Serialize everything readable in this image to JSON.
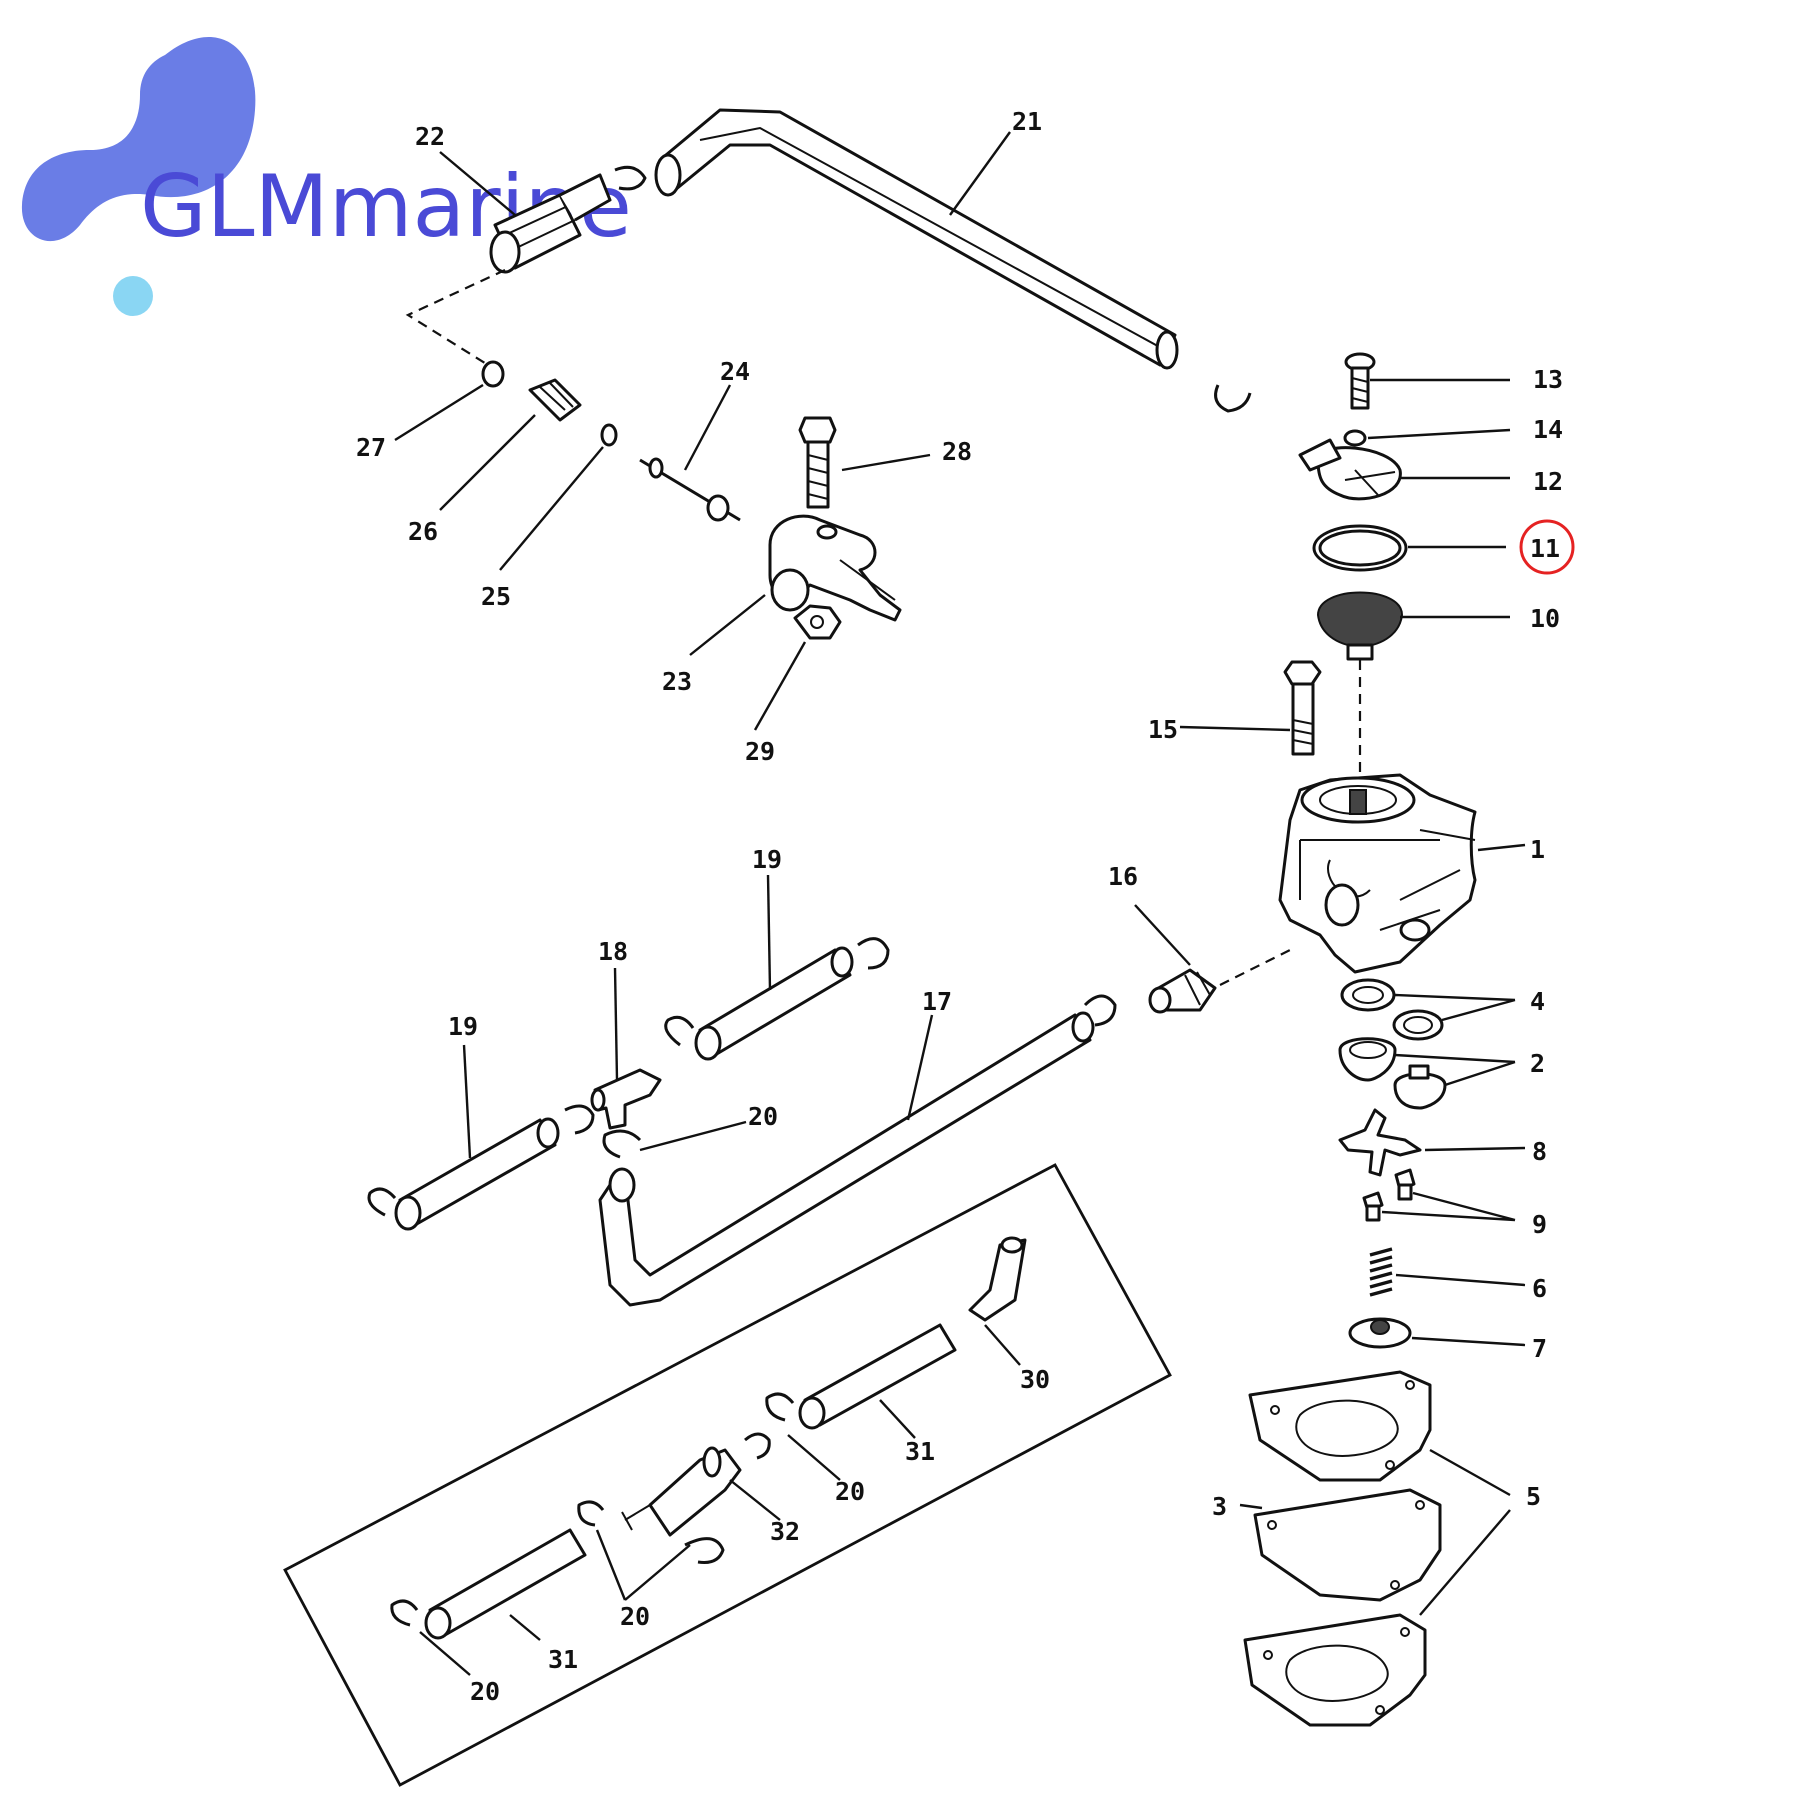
{
  "logo": {
    "text": "GLMmarine",
    "text_color": "#4a4ad6",
    "blob_color": "#6a7de6",
    "drop_color": "#8ad6f3"
  },
  "highlight": {
    "part": "11",
    "color": "#e52222"
  },
  "callouts": {
    "c1": "1",
    "c2": "2",
    "c3": "3",
    "c4": "4",
    "c5": "5",
    "c6": "6",
    "c7": "7",
    "c8": "8",
    "c9": "9",
    "c10": "10",
    "c11": "11",
    "c12": "12",
    "c13": "13",
    "c14": "14",
    "c15": "15",
    "c16": "16",
    "c17": "17",
    "c18": "18",
    "c19a": "19",
    "c19b": "19",
    "c20a": "20",
    "c20b": "20",
    "c20c": "20",
    "c20d": "20",
    "c21": "21",
    "c22": "22",
    "c23": "23",
    "c24": "24",
    "c25": "25",
    "c26": "26",
    "c27": "27",
    "c28": "28",
    "c29": "29",
    "c30": "30",
    "c31a": "31",
    "c31b": "31",
    "c32": "32"
  }
}
